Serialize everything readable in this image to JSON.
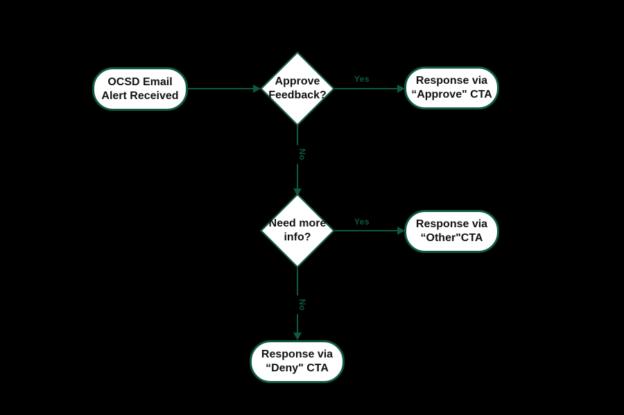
{
  "colors": {
    "background": "#000000",
    "stroke": "#0e5a3c",
    "node_fill": "#ffffff",
    "text": "#111111"
  },
  "nodes": {
    "start": {
      "label": "OCSD Email\nAlert Received"
    },
    "approve_decision": {
      "label": "Approve\nFeedback?"
    },
    "approve_response": {
      "label": "Response via\n“Approve\" CTA"
    },
    "info_decision": {
      "label": "Need more\ninfo?"
    },
    "other_response": {
      "label": "Response via\n“Other\"CTA"
    },
    "deny_response": {
      "label": "Response via\n“Deny\" CTA"
    }
  },
  "edges": {
    "approve_yes": {
      "label": "Yes"
    },
    "approve_no": {
      "label": "No"
    },
    "info_yes": {
      "label": "Yes"
    },
    "info_no": {
      "label": "No"
    }
  }
}
